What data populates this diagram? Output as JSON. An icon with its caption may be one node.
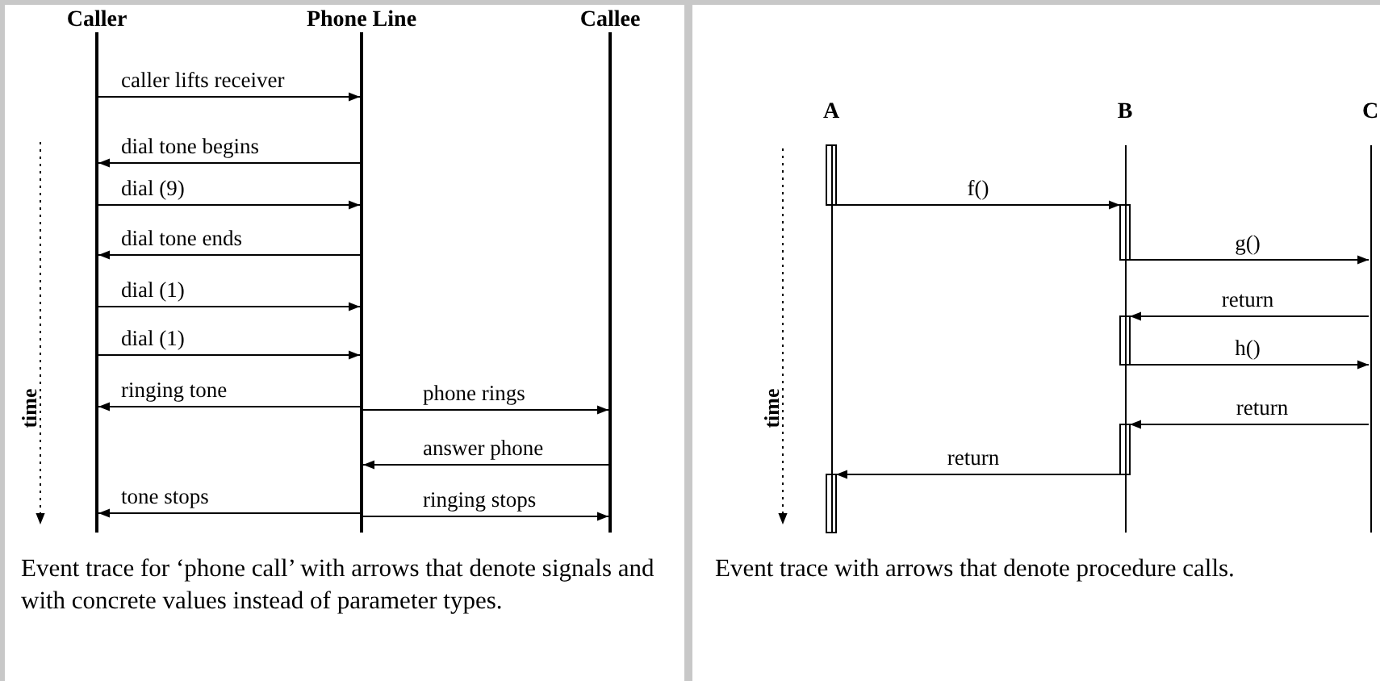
{
  "diagram": {
    "nodes": [
      {
        "text": [
          "Caller"
        ]
      },
      {
        "text": [
          "Phone Line"
        ]
      },
      {
        "text": [
          "Callee"
        ]
      },
      {
        "text": [
          "A"
        ]
      },
      {
        "text": [
          "B"
        ]
      },
      {
        "text": [
          "C"
        ]
      }
    ],
    "edges": [
      {
        "from": 0,
        "to": 1,
        "arrow": "to",
        "label": "caller lifts receiver"
      },
      {
        "from": 1,
        "to": 0,
        "arrow": "to",
        "label": "dial tone begins"
      },
      {
        "from": 0,
        "to": 1,
        "arrow": "to",
        "label": "dial (9)"
      },
      {
        "from": 1,
        "to": 0,
        "arrow": "to",
        "label": "dial tone ends"
      },
      {
        "from": 0,
        "to": 1,
        "arrow": "to",
        "label": "dial (1)"
      },
      {
        "from": 0,
        "to": 1,
        "arrow": "to",
        "label": "dial (1)"
      },
      {
        "from": 1,
        "to": 0,
        "arrow": "to",
        "label": "ringing tone"
      },
      {
        "from": 1,
        "to": 2,
        "arrow": "to",
        "label": "phone rings"
      },
      {
        "from": 2,
        "to": 1,
        "arrow": "to",
        "label": "answer phone"
      },
      {
        "from": 1,
        "to": 0,
        "arrow": "to",
        "label": "tone stops"
      },
      {
        "from": 1,
        "to": 2,
        "arrow": "to",
        "label": "ringing stops"
      },
      {
        "from": 3,
        "to": 4,
        "arrow": "to",
        "label": "f()"
      },
      {
        "from": 4,
        "to": 5,
        "arrow": "to",
        "label": "g()"
      },
      {
        "from": 5,
        "to": 4,
        "arrow": "to",
        "label": "return"
      },
      {
        "from": 4,
        "to": 5,
        "arrow": "to",
        "label": "h()"
      },
      {
        "from": 5,
        "to": 4,
        "arrow": "to",
        "label": "return"
      },
      {
        "from": 4,
        "to": 3,
        "arrow": "to",
        "label": "return"
      }
    ],
    "labels": [
      "time",
      "time",
      "Event trace for ‘phone call’ with arrows that denote signals and with concrete values instead of parameter types.",
      "Event trace with arrows that denote procedure calls."
    ]
  }
}
